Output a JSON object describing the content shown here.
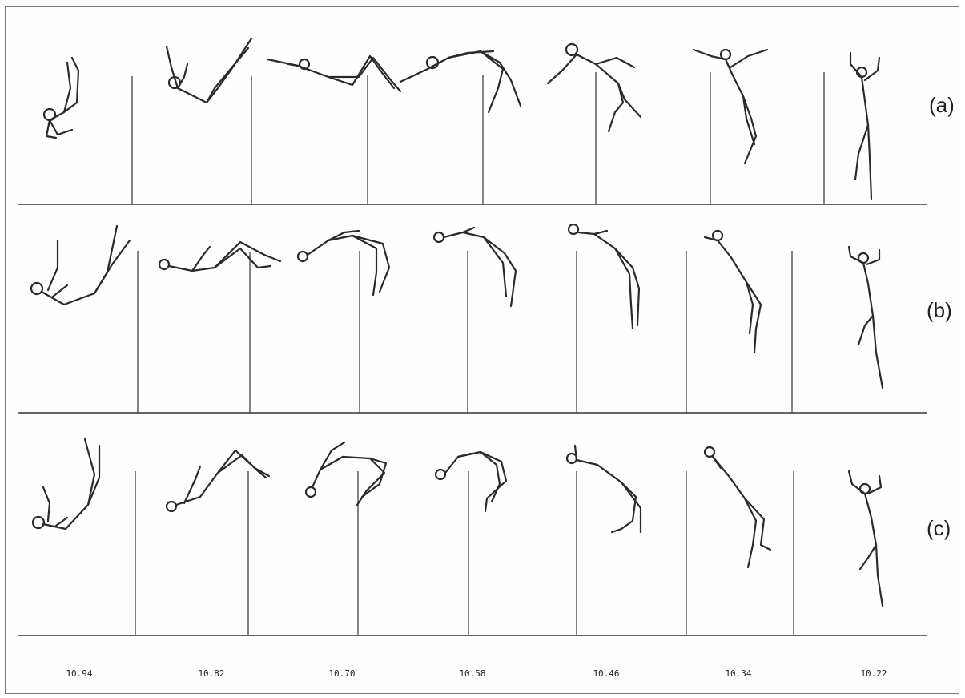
{
  "figure": {
    "rows": [
      {
        "label": "(a)"
      },
      {
        "label": "(b)"
      },
      {
        "label": "(c)"
      }
    ],
    "time_labels": [
      "10.94",
      "10.82",
      "10.70",
      "10.58",
      "10.46",
      "10.34",
      "10.22"
    ],
    "colors": {
      "line": "#333333",
      "frame": "#7a7a7a"
    }
  }
}
